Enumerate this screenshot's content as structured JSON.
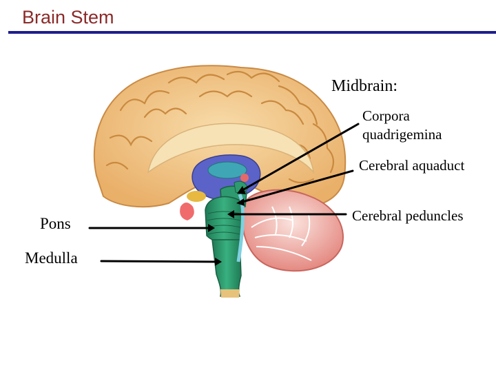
{
  "slide": {
    "title": "Brain Stem"
  },
  "labels": {
    "midbrain": "Midbrain:",
    "corpora_line1": "Corpora",
    "corpora_line2": "quadrigemina",
    "aqueduct": "Cerebral aquaduct",
    "peduncles": "Cerebral peduncles",
    "pons": "Pons",
    "medulla": "Medulla"
  },
  "colors": {
    "title": "#8b2a2a",
    "rule": "#1e1e8c",
    "cortex": "#f3c98b",
    "cortex_dark": "#d9984f",
    "corpus_callosum": "#f6e2b4",
    "thalamus": "#5b63c8",
    "ventricle": "#3fa6b5",
    "brainstem": "#2e9a6f",
    "cerebellum": "#f0a8a2",
    "pituitary": "#f06b6b"
  }
}
